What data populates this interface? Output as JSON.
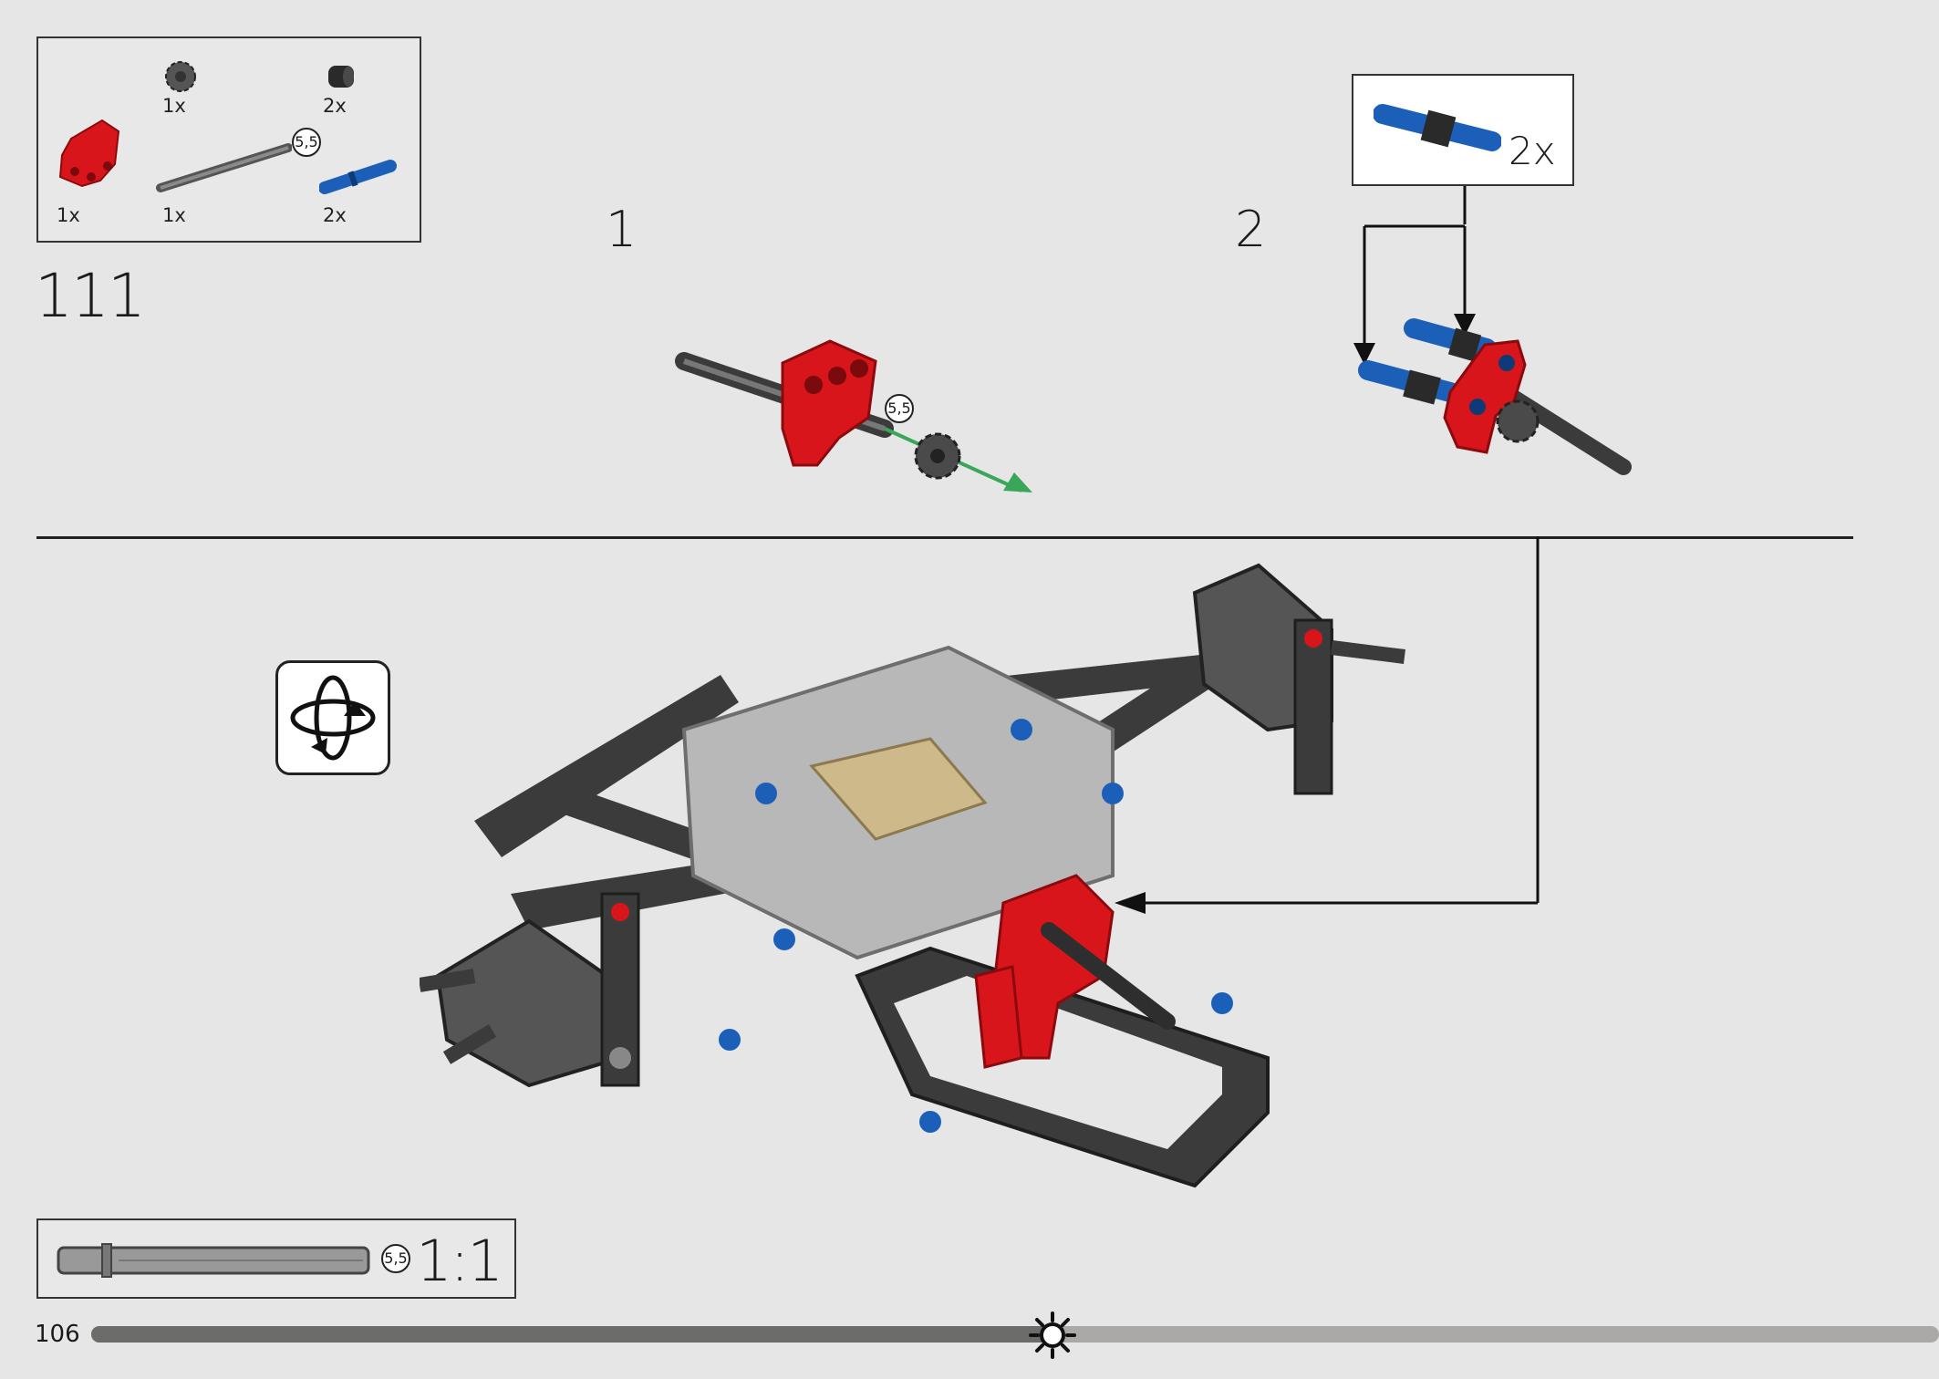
{
  "parts_list": {
    "items": [
      {
        "name": "red-t-beam",
        "qty": "1x"
      },
      {
        "name": "gear-small",
        "qty": "1x"
      },
      {
        "name": "axle",
        "qty": "1x",
        "length": "5,5"
      },
      {
        "name": "black-bush",
        "qty": "2x"
      },
      {
        "name": "blue-pin",
        "qty": "2x"
      }
    ]
  },
  "step": {
    "number": "111"
  },
  "substeps": [
    {
      "number": "1",
      "axle_length": "5,5"
    },
    {
      "number": "2",
      "callout_qty": "2x"
    }
  ],
  "main_view": {
    "icon": "rotate-model-icon"
  },
  "scale_ruler": {
    "length": "5,5",
    "label": "1:1"
  },
  "page": {
    "number": "106"
  },
  "progress": {
    "fraction": 0.52,
    "icon": "sun-icon"
  },
  "colors": {
    "background": "#e6e6e6",
    "red": "#d8151b",
    "blue": "#1c5fb8",
    "dark": "#3b3b3b",
    "light_gray": "#b8b8b8",
    "tan": "#cdb98a",
    "arrow_green": "#3aa65a"
  }
}
